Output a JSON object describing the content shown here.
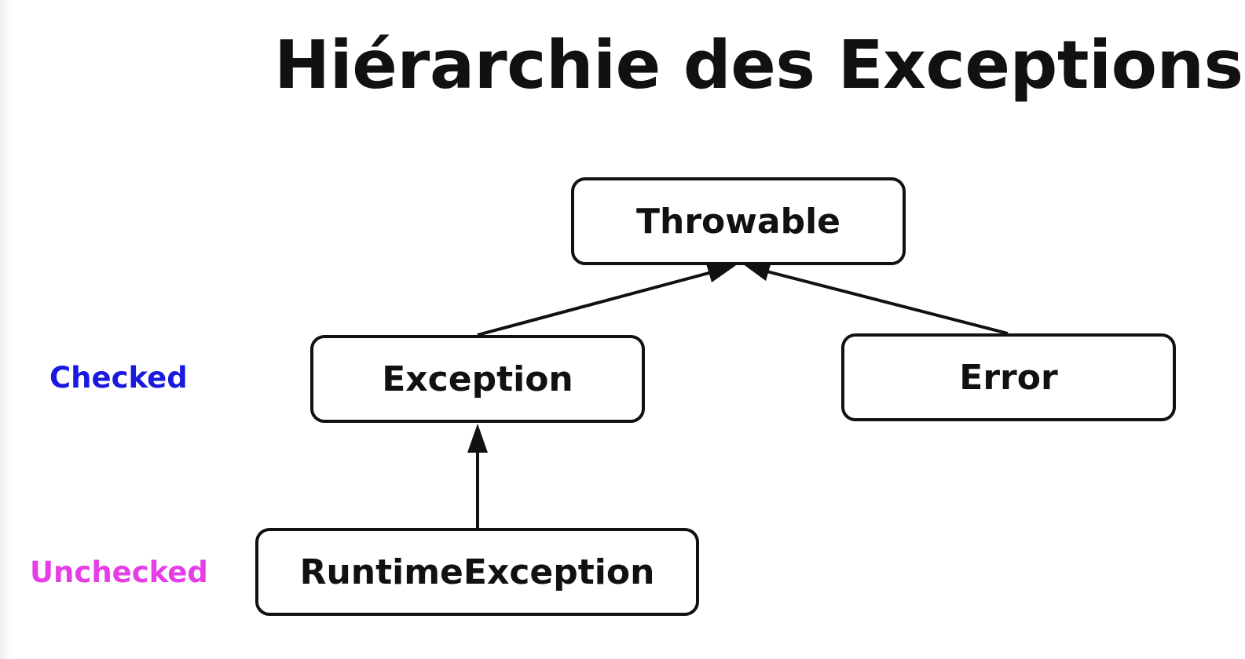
{
  "title": "Hiérarchie des Exceptions",
  "nodes": {
    "throwable": "Throwable",
    "exception": "Exception",
    "error": "Error",
    "runtime_exception": "RuntimeException"
  },
  "labels": {
    "checked": "Checked",
    "unchecked": "Unchecked"
  },
  "colors": {
    "checked": "#1a1adf",
    "unchecked": "#e63ee6",
    "line": "#111111"
  }
}
